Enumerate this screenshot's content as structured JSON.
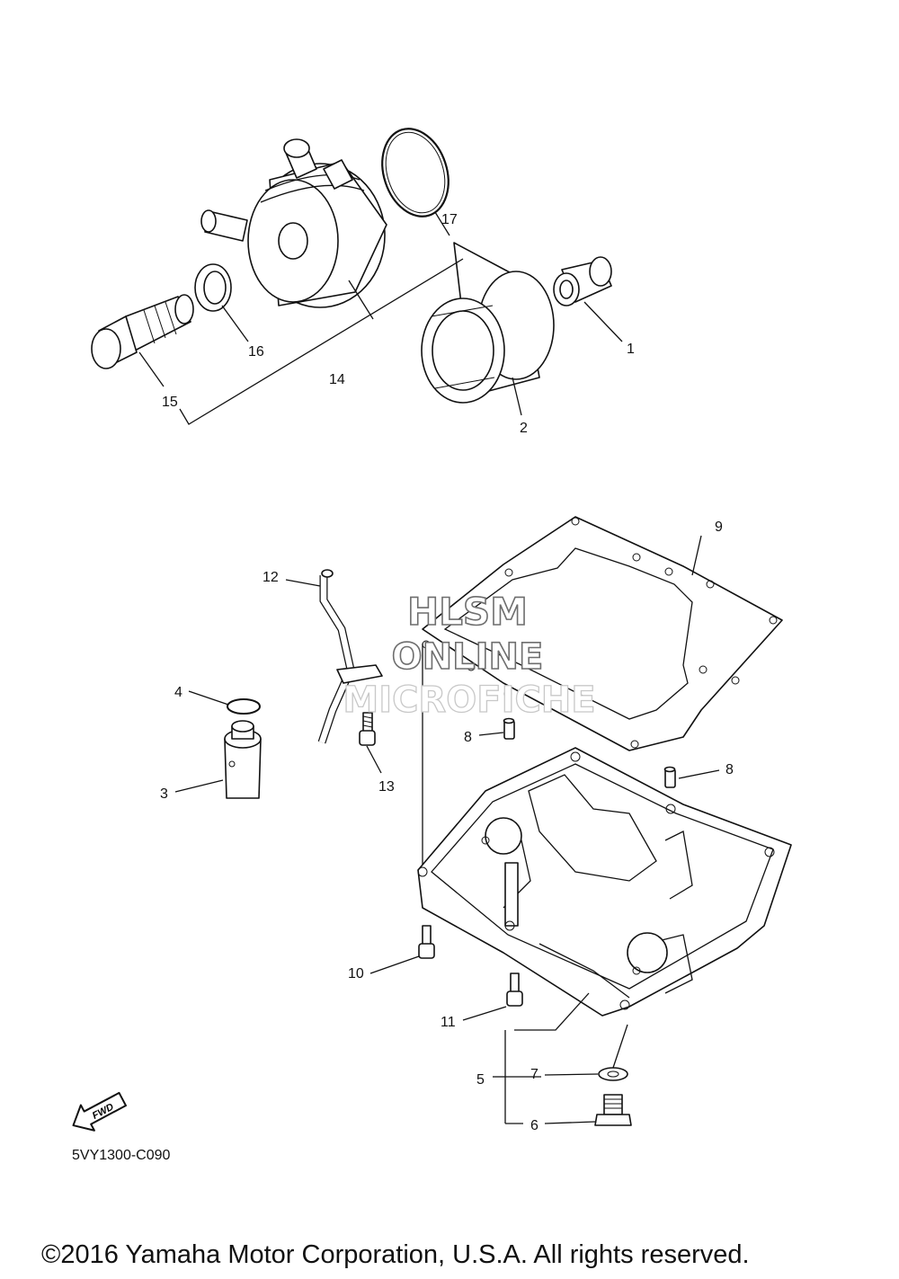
{
  "callouts": [
    {
      "id": "1",
      "text": "1"
    },
    {
      "id": "2",
      "text": "2"
    },
    {
      "id": "3",
      "text": "3"
    },
    {
      "id": "4",
      "text": "4"
    },
    {
      "id": "5",
      "text": "5"
    },
    {
      "id": "6",
      "text": "6"
    },
    {
      "id": "7",
      "text": "7"
    },
    {
      "id": "8a",
      "text": "8"
    },
    {
      "id": "8b",
      "text": "8"
    },
    {
      "id": "9",
      "text": "9"
    },
    {
      "id": "10",
      "text": "10"
    },
    {
      "id": "11",
      "text": "11"
    },
    {
      "id": "12",
      "text": "12"
    },
    {
      "id": "13",
      "text": "13"
    },
    {
      "id": "14",
      "text": "14"
    },
    {
      "id": "15",
      "text": "15"
    },
    {
      "id": "16",
      "text": "16"
    },
    {
      "id": "17",
      "text": "17"
    }
  ],
  "watermark": {
    "line1": "HLSM",
    "line2": "ONLINE",
    "line3": "MICROFICHE"
  },
  "fwd_arrow": {
    "text": "FWD"
  },
  "diagram_code": "5VY1300-C090",
  "copyright": "©2016 Yamaha Motor Corporation, U.S.A. All rights reserved."
}
